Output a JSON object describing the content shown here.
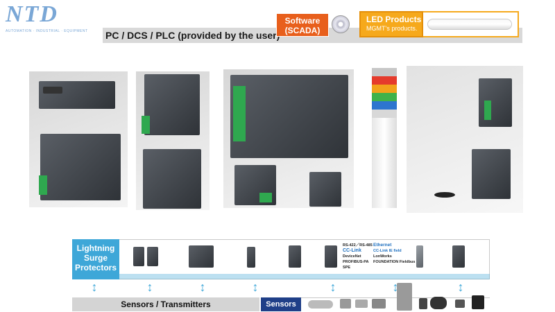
{
  "header": {
    "logo_text": "NTD",
    "logo_subtitle": "AUTOMATION · INDUSTRIAL · EQUIPMENT",
    "title": "PC / DCS / PLC (provided by the user)",
    "scada_label": "Software (SCADA)",
    "led_title": "LED Products",
    "led_subtitle": "MGMT’s products."
  },
  "lightning": {
    "label": "Lightning Surge Protectors"
  },
  "protocols": {
    "col1": [
      "RS-422／RS-485",
      "CC-Link",
      "DeviceNet",
      "PROFIBUS-PA",
      "SPE"
    ],
    "col2": [
      "Ethernet",
      "CC-Link IE field",
      "LonWorks",
      "FOUNDATION Fieldbus"
    ]
  },
  "sensors": {
    "transmitters_label": "Sensors / Transmitters",
    "sensors_label": "Sensors"
  },
  "colors": {
    "accent_blue": "#3ea7d8",
    "scada_orange": "#e85f1c",
    "led_orange": "#f6a91c",
    "navy": "#1f3f88"
  }
}
